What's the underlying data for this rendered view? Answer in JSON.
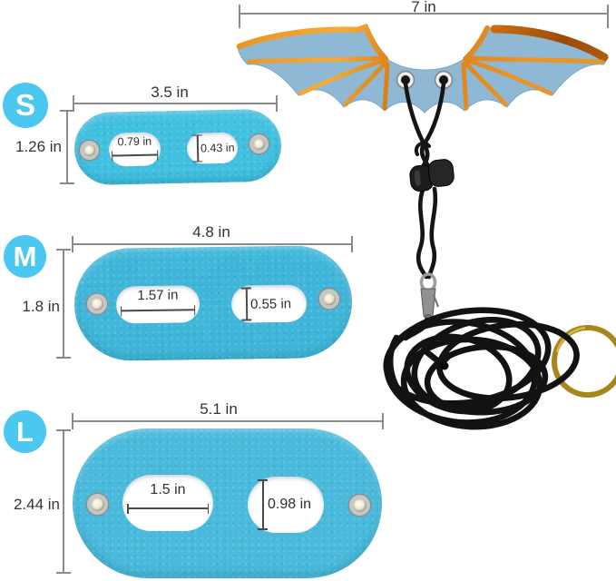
{
  "wing": {
    "width_label": "7 in",
    "description": "blue bat-wing harness with copper foil veins, two grommets, black adjustable cord leash, swivel clasp, coiled cord and brass ring"
  },
  "sizes": [
    {
      "badge": "S",
      "width_label": "3.5 in",
      "height_label": "1.26 in",
      "slot_width_label": "0.79 in",
      "slot_height_label": "0.43 in"
    },
    {
      "badge": "M",
      "width_label": "4.8 in",
      "height_label": "1.8 in",
      "slot_width_label": "1.57 in",
      "slot_height_label": "0.55 in"
    },
    {
      "badge": "L",
      "width_label": "5.1 in",
      "height_label": "2.44 in",
      "slot_width_label": "1.5 in",
      "slot_height_label": "0.98 in"
    }
  ],
  "colors": {
    "badge_cyan": "#4bc8f0",
    "plate_turquoise": "#43bddd",
    "wing_blue": "#8eb8d4",
    "vein_copper": "#d87b12",
    "cord_black": "#151515",
    "ring_brass": "#a8861e",
    "dimension_gray": "#8a8a8a"
  }
}
